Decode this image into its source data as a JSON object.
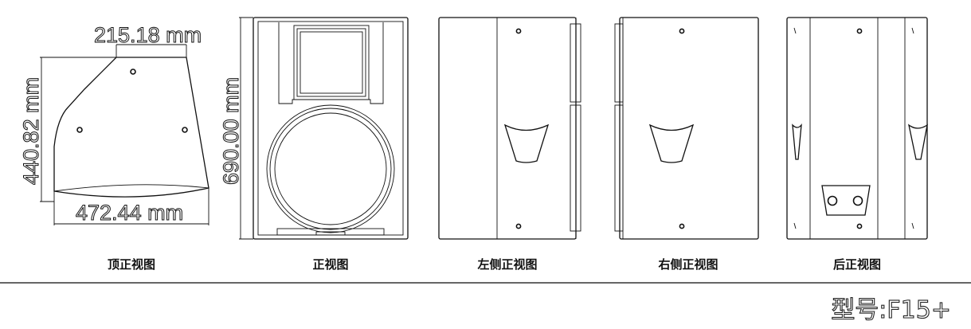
{
  "dimensions": {
    "top_width": "215.18 mm",
    "depth": "440.82 mm",
    "front_width": "472.44 mm",
    "height": "690.00 mm"
  },
  "views": {
    "top": "顶正视图",
    "front": "正视图",
    "left_side": "左侧正视图",
    "right_side": "右侧正视图",
    "rear": "后正视图"
  },
  "model_label": "型号:F15+"
}
